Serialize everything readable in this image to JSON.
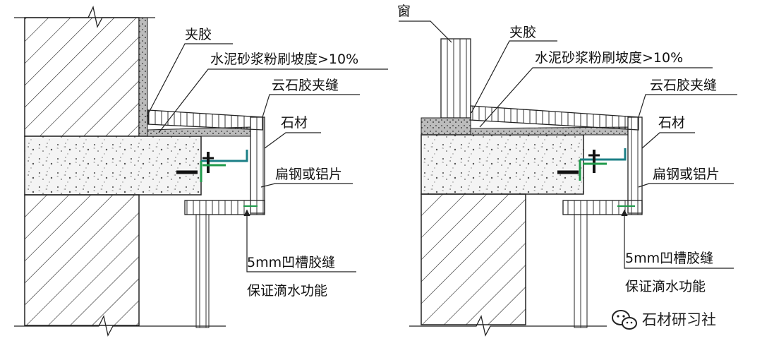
{
  "left_detail": {
    "labels": {
      "sealant": "夹胶",
      "mortar_slope": "水泥砂浆粉刷坡度>10%",
      "marble_glue_joint": "云石胶夹缝",
      "stone": "石材",
      "flat_steel_or_aluminum": "扁钢或铝片",
      "groove_joint": "5mm凹槽胶缝",
      "drip_function": "保证滴水功能"
    }
  },
  "right_detail": {
    "labels": {
      "window": "窗",
      "sealant": "夹胶",
      "mortar_slope": "水泥砂浆粉刷坡度>10%",
      "marble_glue_joint": "云石胶夹缝",
      "stone": "石材",
      "flat_steel_or_aluminum": "扁钢或铝片",
      "groove_joint": "5mm凹槽胶缝",
      "drip_function": "保证滴水功能"
    }
  },
  "watermark": {
    "text": "石材研习社",
    "icon": "wechat-icon"
  },
  "colors": {
    "line": "#222222",
    "anchor_green": "#1f9a4a",
    "anchor_teal": "#1b7f86"
  }
}
